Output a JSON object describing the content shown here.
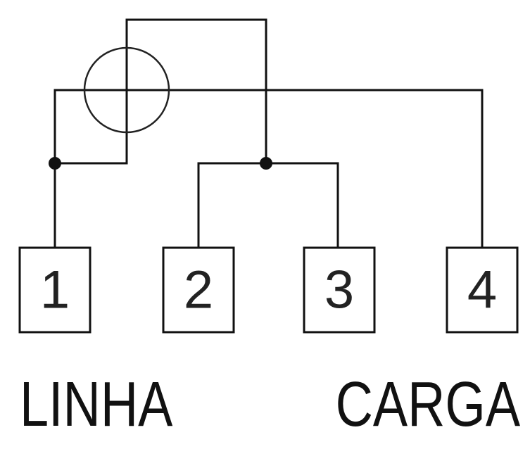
{
  "terminals": [
    {
      "number": "1"
    },
    {
      "number": "2"
    },
    {
      "number": "3"
    },
    {
      "number": "4"
    }
  ],
  "labels": {
    "line": "LINHA",
    "load": "CARGA"
  },
  "colors": {
    "wire": "#111111",
    "background": "#ffffff"
  }
}
